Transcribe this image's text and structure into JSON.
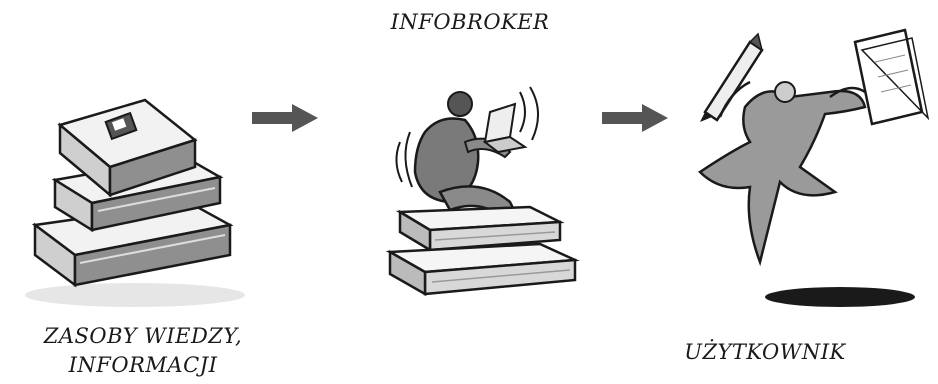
{
  "labels": {
    "infobroker": "INFOBROKER",
    "resources_line1": "ZASOBY WIEDZY,",
    "resources_line2": "INFORMACJI",
    "user": "UŻYTKOWNIK"
  },
  "icons": {
    "left": "book-stack-icon",
    "arrow1": "arrow-right-icon",
    "middle": "person-with-laptop-on-books-icon",
    "arrow2": "arrow-right-icon",
    "right": "user-with-pen-and-paper-icon"
  },
  "colors": {
    "ink": "#1a1a1a",
    "fill_gray": "#9a9a9a",
    "arrow": "#555555"
  }
}
